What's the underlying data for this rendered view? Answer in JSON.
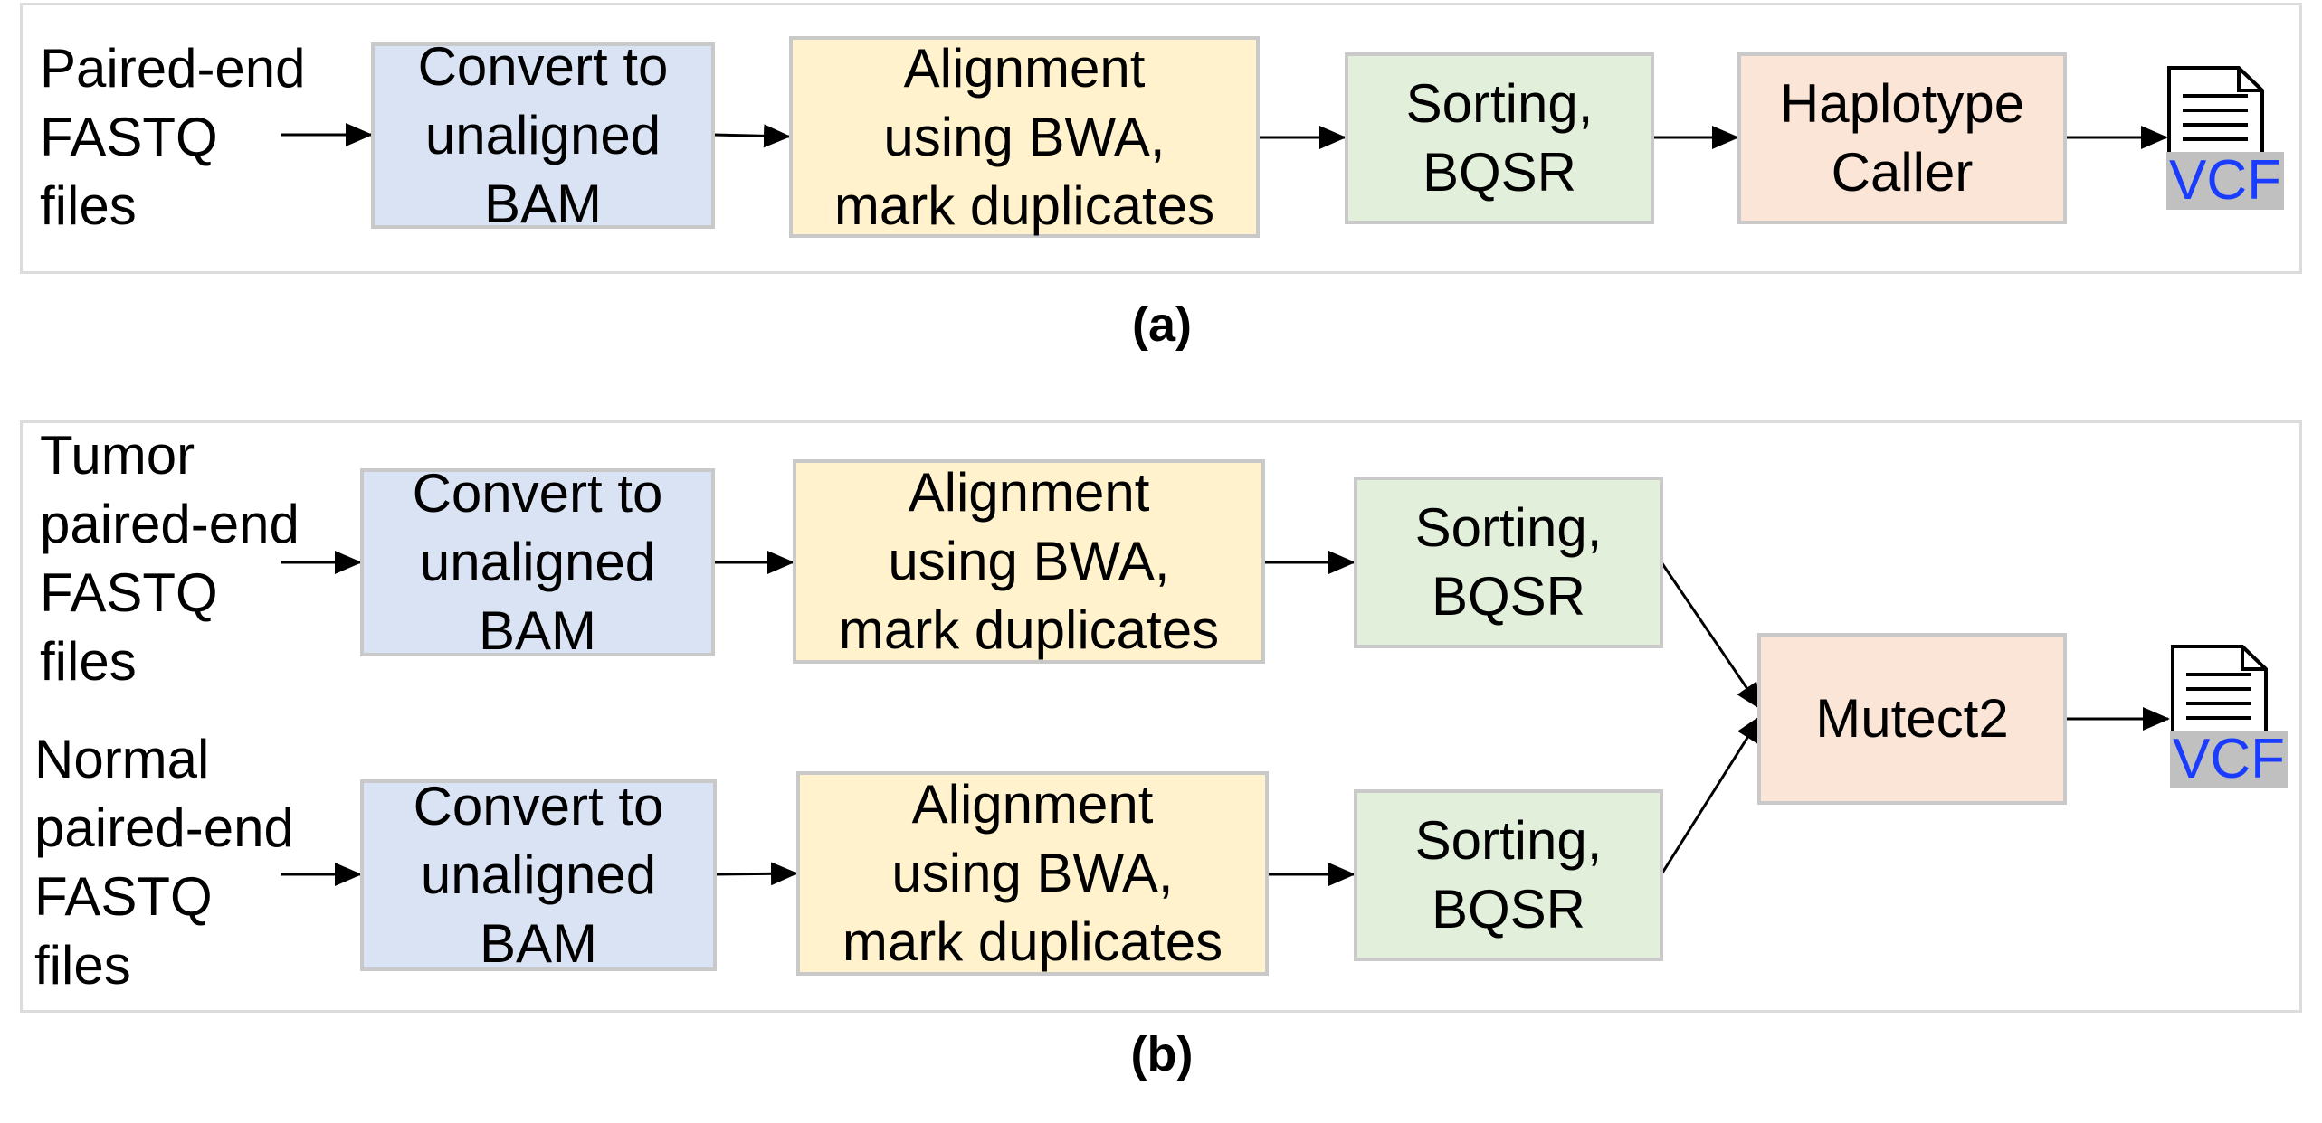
{
  "panel_a": {
    "input_label": "Paired-end\nFASTQ\nfiles",
    "steps": [
      "Convert to\nunaligned\nBAM",
      "Alignment\nusing BWA,\nmark duplicates",
      "Sorting,\nBQSR",
      "Haplotype\nCaller"
    ],
    "output_label": "VCF",
    "caption": "(a)"
  },
  "panel_b": {
    "tumor_label": "Tumor\npaired-end\nFASTQ\nfiles",
    "normal_label": "Normal\npaired-end\nFASTQ\nfiles",
    "steps_tumor": [
      "Convert to\nunaligned\nBAM",
      "Alignment\nusing BWA,\nmark duplicates",
      "Sorting,\nBQSR"
    ],
    "steps_normal": [
      "Convert to\nunaligned\nBAM",
      "Alignment\nusing BWA,\nmark duplicates",
      "Sorting,\nBQSR"
    ],
    "caller": "Mutect2",
    "output_label": "VCF",
    "caption": "(b)"
  },
  "colors": {
    "convert": "#dae3f3",
    "align": "#fff2cc",
    "sort": "#e2efda",
    "caller": "#fbe5d6",
    "vcf_text": "#1a3cff"
  },
  "icons": [
    "document-icon"
  ]
}
